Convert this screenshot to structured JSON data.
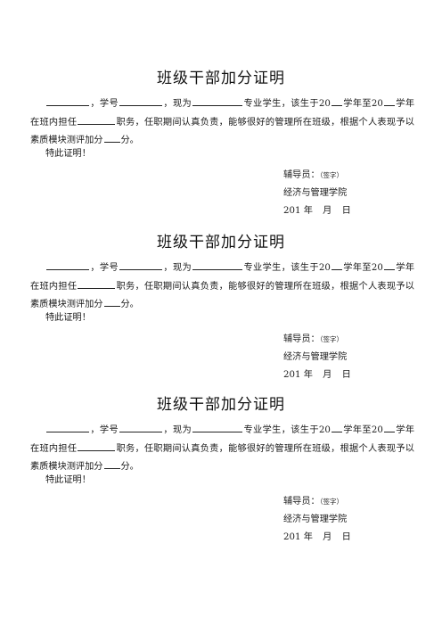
{
  "certificates": [
    {
      "title": "班级干部加分证明",
      "t_sid": "，学号",
      "t_now": "，现为",
      "t_student": "专业学生，该生于20",
      "t_yearto": "学年至20",
      "t_inclass": "学年在班内担任",
      "t_duty": "职务，任职期间认真负责，能够很好的管理所在班级，根据个人表现予以素质模块测评加分",
      "t_fen": "分。",
      "closing": "特此证明！",
      "counselor_label": "辅导员：",
      "counselor_hint": "（签字）",
      "school": "经济与管理学院",
      "date_year": "201",
      "date_y": "年",
      "date_m": "月",
      "date_d": "日"
    },
    {
      "title": "班级干部加分证明",
      "t_sid": "，学号",
      "t_now": "，现为",
      "t_student": "专业学生，该生于20",
      "t_yearto": "学年至20",
      "t_inclass": "学年在班内担任",
      "t_duty": "职务，任职期间认真负责，能够很好的管理所在班级，根据个人表现予以素质模块测评加分",
      "t_fen": "分。",
      "closing": "特此证明！",
      "counselor_label": "辅导员：",
      "counselor_hint": "（签字）",
      "school": "经济与管理学院",
      "date_year": "201",
      "date_y": "年",
      "date_m": "月",
      "date_d": "日"
    },
    {
      "title": "班级干部加分证明",
      "t_sid": "，学号",
      "t_now": "，现为",
      "t_student": "专业学生，该生于20",
      "t_yearto": "学年至20",
      "t_inclass": "学年在班内担任",
      "t_duty": "职务，任职期间认真负责，能够很好的管理所在班级，根据个人表现予以素质模块测评加分",
      "t_fen": "分。",
      "closing": "特此证明！",
      "counselor_label": "辅导员：",
      "counselor_hint": "（签字）",
      "school": "经济与管理学院",
      "date_year": "201",
      "date_y": "年",
      "date_m": "月",
      "date_d": "日"
    }
  ]
}
